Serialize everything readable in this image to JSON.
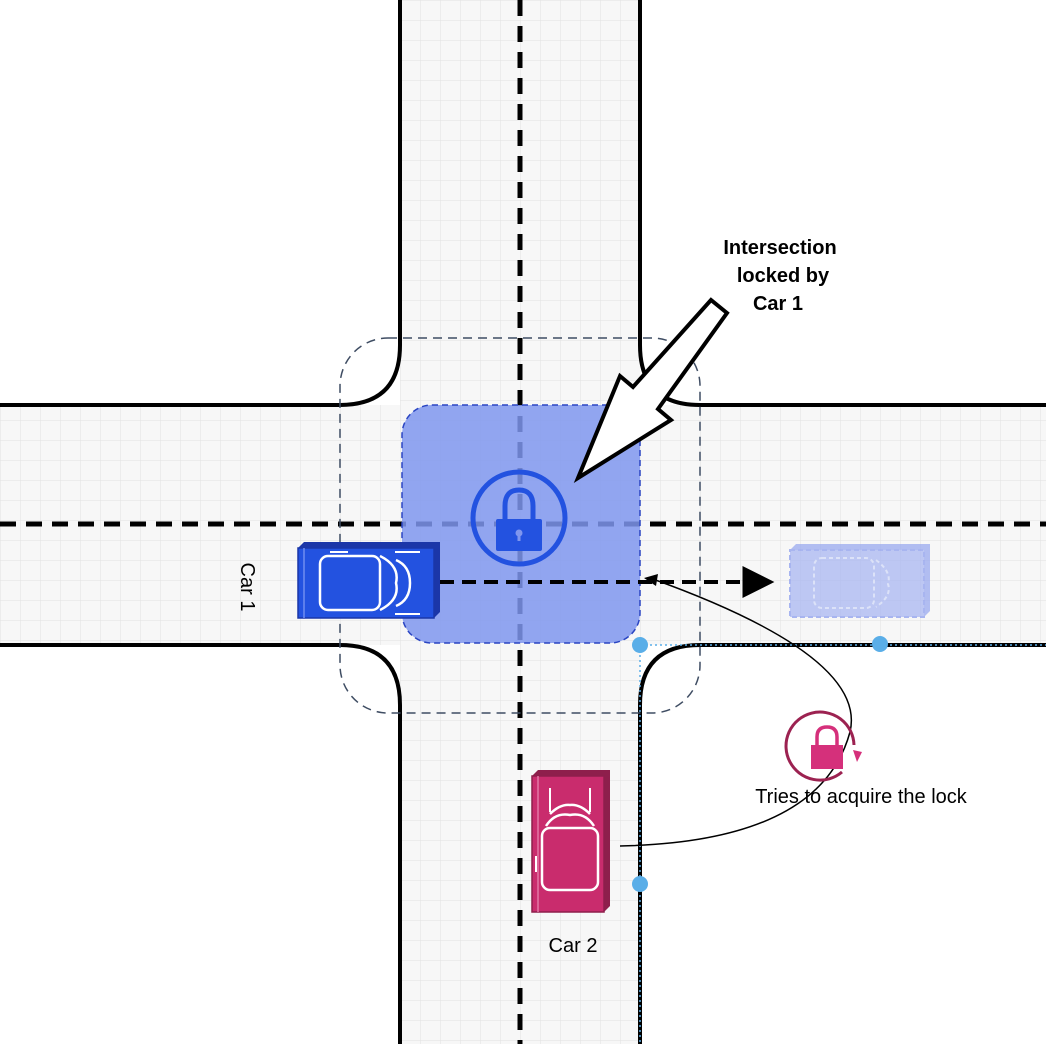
{
  "annotation": {
    "line1": "Intersection",
    "line2": "locked by",
    "line3": "Car 1"
  },
  "car1": {
    "label": "Car 1"
  },
  "car2": {
    "label": "Car 2"
  },
  "attempt": {
    "label": "Tries to acquire the lock"
  },
  "colors": {
    "road_fill": "#f7f7f7",
    "grid": "#e2e2e2",
    "lock_zone": "#7f96ee",
    "lock_zone_border": "#2a45c2",
    "car1": "#2352e0",
    "car1_dark": "#1b36a8",
    "car1_ghost": "#aab8f2",
    "car2": "#c92c6d",
    "car2_dark": "#8e1f4c",
    "lock_icon_blue": "#2352e0",
    "lock_icon_pink": "#d5307b",
    "ring_pink": "#9c2251",
    "handle_dot": "#5aaee8"
  }
}
